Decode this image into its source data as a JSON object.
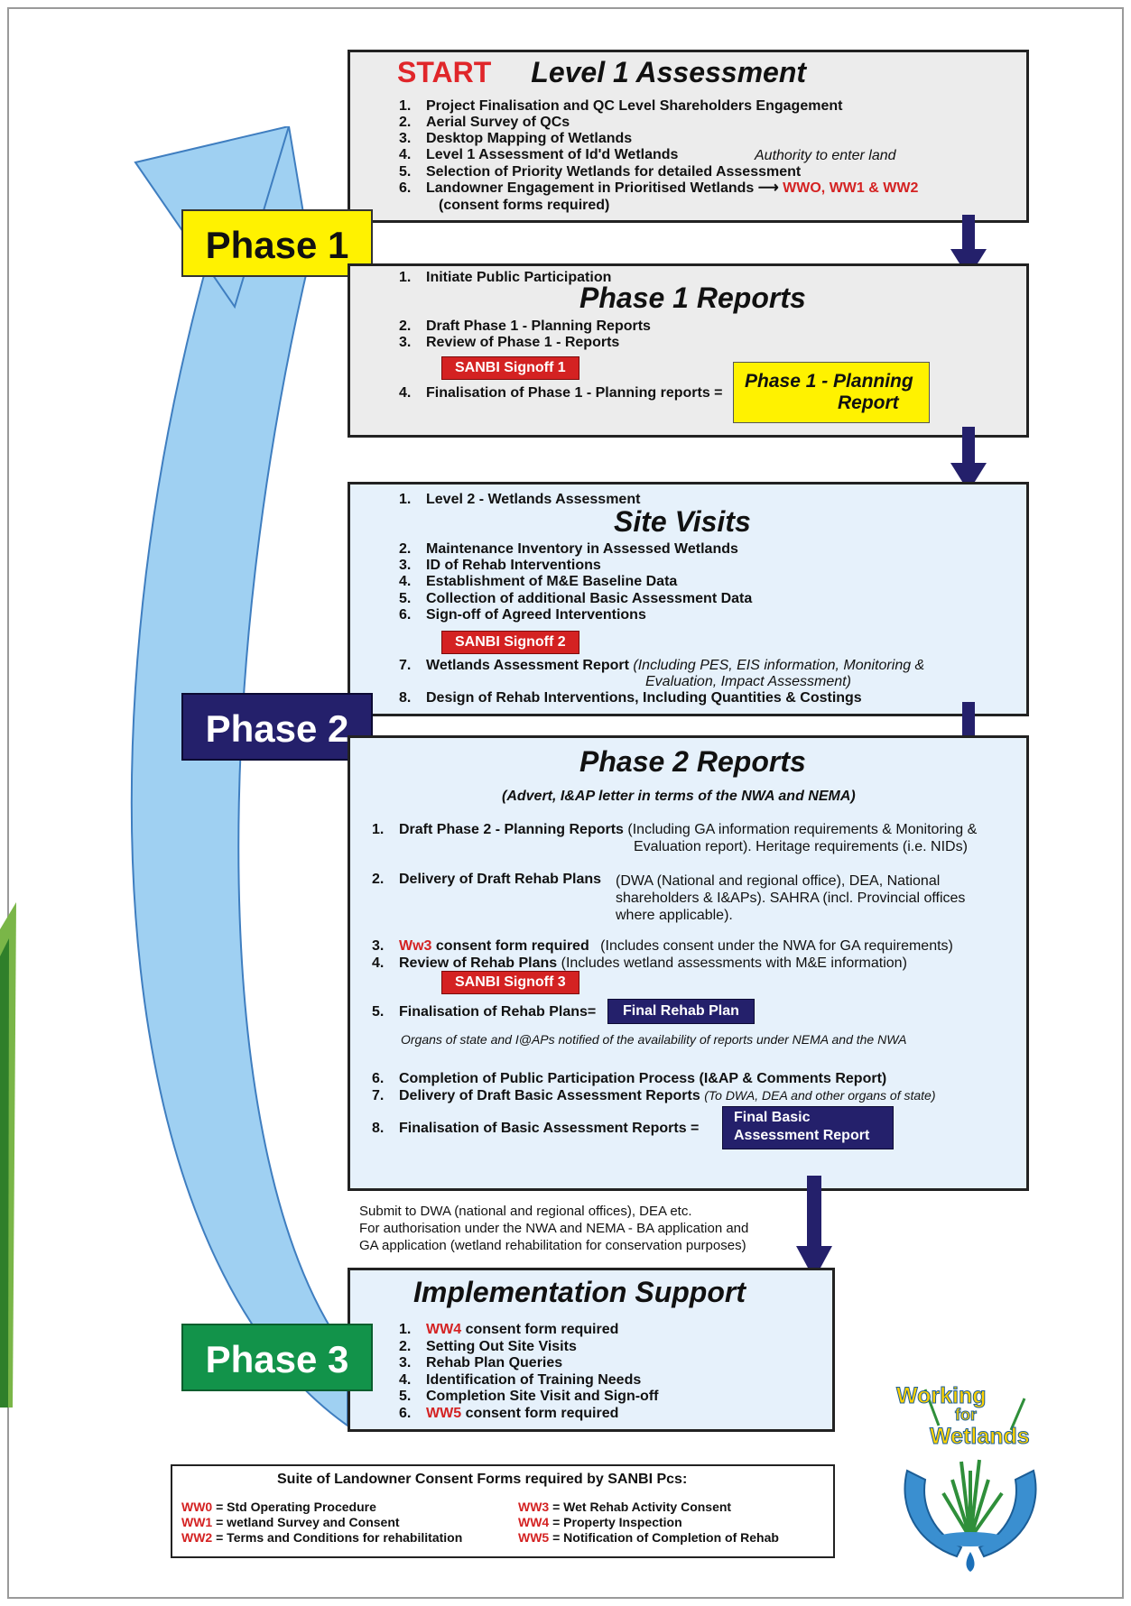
{
  "phases": {
    "phase1": "Phase 1",
    "phase2": "Phase 2",
    "phase3": "Phase 3"
  },
  "level1": {
    "start": "START",
    "title": "Level 1 Assessment",
    "items": [
      {
        "n": "1.",
        "text": "Project Finalisation and QC Level Shareholders Engagement"
      },
      {
        "n": "2.",
        "text": "Aerial Survey of QCs"
      },
      {
        "n": "3.",
        "text": "Desktop Mapping of Wetlands"
      },
      {
        "n": "4.",
        "text": "Level 1 Assessment of Id'd Wetlands"
      },
      {
        "n": "5.",
        "text": "Selection of Priority Wetlands for detailed Assessment"
      },
      {
        "n": "6.",
        "text": "Landowner Engagement in Prioritised Wetlands"
      }
    ],
    "authority_note": "Authority to enter land",
    "arrow": "⟶",
    "ww_codes": "WWO, WW1 & WW2",
    "consent_note": "(consent forms required)"
  },
  "phase1_reports": {
    "item1_n": "1.",
    "item1": "Initiate Public Participation",
    "title": "Phase 1 Reports",
    "item2_n": "2.",
    "item2": "Draft Phase 1 - Planning Reports",
    "item3_n": "3.",
    "item3": "Review of Phase 1 - Reports",
    "signoff": "SANBI Signoff 1",
    "item4_n": "4.",
    "item4": "Finalisation of Phase 1 - Planning reports =",
    "result_line1": "Phase 1 - Planning",
    "result_line2": "Report"
  },
  "site_visits": {
    "item1_n": "1.",
    "item1": "Level 2 - Wetlands Assessment",
    "title": "Site Visits",
    "items": [
      {
        "n": "2.",
        "text": "Maintenance Inventory in Assessed Wetlands"
      },
      {
        "n": "3.",
        "text": "ID of Rehab Interventions"
      },
      {
        "n": "4.",
        "text": "Establishment of M&E Baseline Data"
      },
      {
        "n": "5.",
        "text": "Collection of additional Basic Assessment Data"
      },
      {
        "n": "6.",
        "text": "Sign-off of Agreed Interventions"
      }
    ],
    "signoff": "SANBI Signoff 2",
    "item7_n": "7.",
    "item7": "Wetlands Assessment Report",
    "item7_note1": "(Including PES, EIS information, Monitoring &",
    "item7_note2": "Evaluation, Impact Assessment)",
    "item8_n": "8.",
    "item8": "Design of Rehab Interventions, Including Quantities & Costings"
  },
  "phase2_reports": {
    "title": "Phase 2 Reports",
    "subtitle": "(Advert, I&AP letter in terms of the NWA and NEMA)",
    "i1_n": "1.",
    "i1": "Draft Phase 2 - Planning Reports",
    "i1_note1": "(Including GA information requirements & Monitoring &",
    "i1_note2": "Evaluation report). Heritage requirements (i.e. NIDs)",
    "i2_n": "2.",
    "i2": "Delivery of Draft Rehab Plans",
    "i2_note1": "(DWA (National and regional office), DEA, National",
    "i2_note2": "shareholders & I&APs). SAHRA (incl. Provincial offices",
    "i2_note3": "where applicable).",
    "i3_n": "3.",
    "i3_code": "Ww3",
    "i3": "consent form required",
    "i3_note": "(Includes consent under the NWA for GA requirements)",
    "i4_n": "4.",
    "i4": "Review of Rehab Plans",
    "i4_note": "(Includes wetland assessments with M&E information)",
    "signoff": "SANBI Signoff 3",
    "i5_n": "5.",
    "i5": "Finalisation of Rehab Plans=",
    "i5_result": "Final Rehab Plan",
    "organs_note": "Organs of state and I@APs notified of the availability of reports under NEMA and the NWA",
    "i6_n": "6.",
    "i6": "Completion of Public Participation Process (I&AP & Comments Report)",
    "i7_n": "7.",
    "i7": "Delivery of Draft Basic Assessment Reports",
    "i7_note": "(To DWA, DEA and other organs of state)",
    "i8_n": "8.",
    "i8": "Finalisation of Basic Assessment Reports =",
    "i8_result1": "Final Basic",
    "i8_result2": "Assessment Report"
  },
  "submit_note": {
    "line1": "Submit to DWA (national and regional offices), DEA etc.",
    "line2": "For authorisation under the NWA and NEMA - BA application and",
    "line3": "GA application (wetland rehabilitation for conservation purposes)"
  },
  "implementation": {
    "title": "Implementation Support",
    "i1_n": "1.",
    "i1_code": "WW4",
    "i1": "consent form required",
    "items": [
      {
        "n": "2.",
        "text": "Setting Out Site Visits"
      },
      {
        "n": "3.",
        "text": "Rehab Plan Queries"
      },
      {
        "n": "4.",
        "text": "Identification of Training Needs"
      },
      {
        "n": "5.",
        "text": "Completion Site Visit and Sign-off"
      }
    ],
    "i6_n": "6.",
    "i6_code": "WW5",
    "i6": "consent form required"
  },
  "legend": {
    "title": "Suite of Landowner Consent Forms required by SANBI Pcs:",
    "left": [
      {
        "code": "WW0",
        "text": "= Std Operating Procedure"
      },
      {
        "code": "WW1",
        "text": "= wetland Survey and Consent"
      },
      {
        "code": "WW2",
        "text": "= Terms and Conditions for rehabilitation"
      }
    ],
    "right": [
      {
        "code": "WW3",
        "text": "= Wet Rehab Activity Consent"
      },
      {
        "code": "WW4",
        "text": "= Property Inspection"
      },
      {
        "code": "WW5",
        "text": "= Notification of Completion of Rehab"
      }
    ]
  },
  "logo": {
    "line1": "Working",
    "line2": "for",
    "line3": "Wetlands"
  },
  "colors": {
    "red": "#d42222",
    "navy": "#24206b",
    "yellow": "#fff200",
    "green": "#12934a",
    "sky_arrow": "#9fd0f2"
  }
}
